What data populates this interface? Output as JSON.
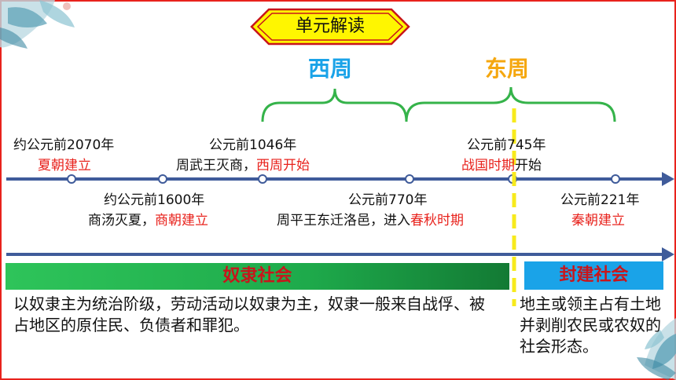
{
  "unit_title": "单元解读",
  "dynasties": {
    "western_zhou": "西周",
    "eastern_zhou": "东周"
  },
  "events": [
    {
      "date": "约公元前2070年",
      "event_prefix": "",
      "event_highlight": "夏朝建立"
    },
    {
      "date": "约公元前1600年",
      "event_prefix": "商汤灭夏，",
      "event_highlight": "商朝建立"
    },
    {
      "date": "公元前1046年",
      "event_prefix": "周武王灭商，",
      "event_highlight": "西周开始"
    },
    {
      "date": "公元前770年",
      "event_prefix": "周平王东迁洛邑，进入",
      "event_highlight": "春秋时期"
    },
    {
      "date": "公元前745年",
      "event_highlight": "战国时期",
      "event_suffix": "开始"
    },
    {
      "date": "公元前221年",
      "event_prefix": "",
      "event_highlight": "秦朝建立"
    }
  ],
  "societies": {
    "slave": {
      "label": "奴隶社会",
      "description": "以奴隶主为统治阶级，劳动活动以奴隶为主，奴隶一般来自战俘、被占地区的原住民、负债者和罪犯。"
    },
    "feudal": {
      "label": "封建社会",
      "description": "地主或领主占有土地并剥削农民或农奴的社会形态。"
    }
  },
  "colors": {
    "timeline_blue": "#3f5b9a",
    "western_zhou": "#1aa3e8",
    "eastern_zhou": "#f5a70f",
    "brace_green": "#35b34a",
    "divider_yellow": "#f7ea1c",
    "highlight_red": "#e8221c",
    "slave_bar": "#1eaa4b",
    "feudal_bar": "#1aa3e8",
    "border_red": "#e8221c"
  }
}
